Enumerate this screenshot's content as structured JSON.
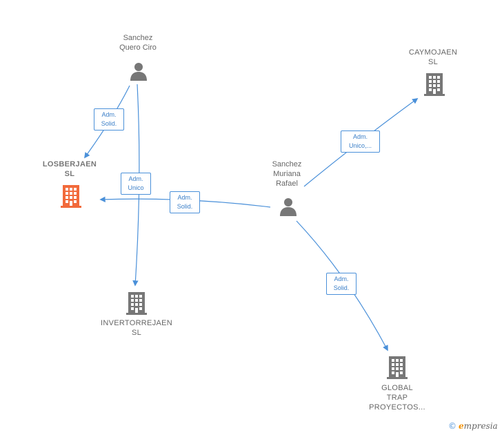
{
  "nodes": {
    "sanchez_quero": {
      "label": "Sanchez\nQuero Ciro",
      "type": "person",
      "icon": "person-icon"
    },
    "sanchez_muriana": {
      "label": "Sanchez\nMuriana\nRafael",
      "type": "person",
      "icon": "person-icon"
    },
    "losberjaen": {
      "label": "LOSBERJAEN\nSL",
      "type": "company",
      "icon": "building-icon",
      "focus": true
    },
    "caymojaen": {
      "label": "CAYMOJAEN\nSL",
      "type": "company",
      "icon": "building-icon"
    },
    "invertorrejaen": {
      "label": "INVERTORREJAEN\nSL",
      "type": "company",
      "icon": "building-icon"
    },
    "global_trap": {
      "label": "GLOBAL\nTRAP\nPROYECTOS...",
      "type": "company",
      "icon": "building-icon"
    }
  },
  "edges": [
    {
      "id": "e1",
      "from": "sanchez_quero",
      "to": "losberjaen",
      "label": "Adm.\nSolid."
    },
    {
      "id": "e2",
      "from": "sanchez_quero",
      "to": "invertorrejaen",
      "label": "Adm.\nUnico"
    },
    {
      "id": "e3",
      "from": "sanchez_muriana",
      "to": "losberjaen",
      "label": "Adm.\nSolid."
    },
    {
      "id": "e4",
      "from": "sanchez_muriana",
      "to": "caymojaen",
      "label": "Adm.\nUnico,..."
    },
    {
      "id": "e5",
      "from": "sanchez_muriana",
      "to": "global_trap",
      "label": "Adm.\nSolid."
    }
  ],
  "colors": {
    "edge": "#4a90d9",
    "node_gray": "#777777",
    "focus_company": "#f26a3b"
  },
  "brand": {
    "copyright": "©",
    "initial": "e",
    "name": "mpresia"
  }
}
